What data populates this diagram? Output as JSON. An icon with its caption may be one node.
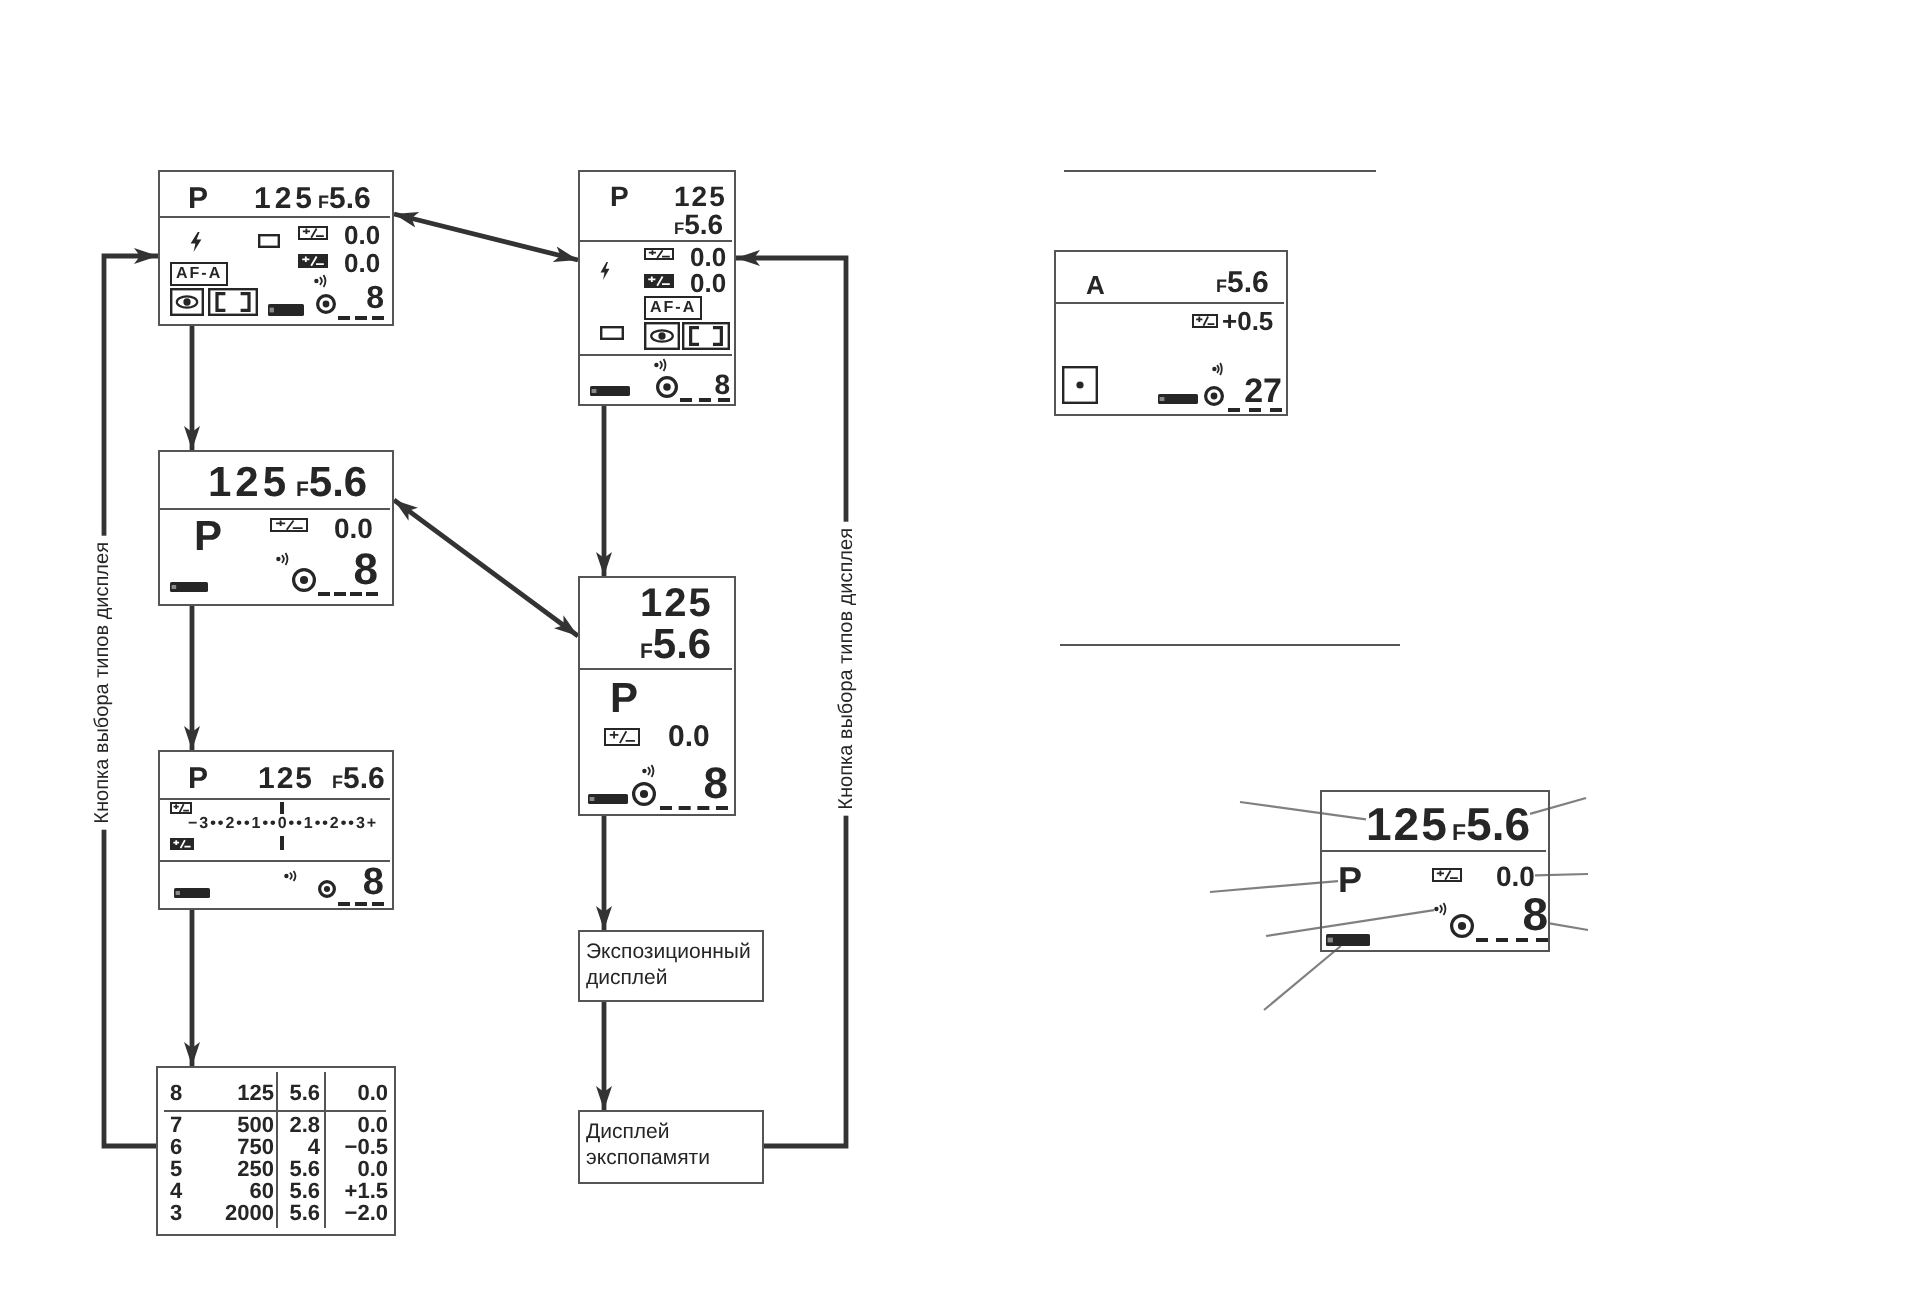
{
  "diagram": {
    "nodes": [
      {
        "text": [
          "P",
          "125",
          "F5.6",
          "0.0",
          "0.0",
          "AF-A",
          "8"
        ]
      },
      {
        "text": [
          "125",
          "F5.6",
          "P",
          "0.0",
          "8"
        ]
      },
      {
        "text": [
          "P",
          "125",
          "F5.6",
          "−3••2••1••0••1••2••3+",
          "8"
        ]
      },
      {
        "text": [
          "8",
          "125",
          "5.6",
          "0.0",
          "7",
          "500",
          "2.8",
          "0.0",
          "6",
          "750",
          "4",
          "−0.5",
          "5",
          "250",
          "5.6",
          "0.0",
          "4",
          "60",
          "5.6",
          "+1.5",
          "3",
          "2000",
          "5.6",
          "−2.0"
        ]
      },
      {
        "text": [
          "P",
          "125",
          "F5.6",
          "0.0",
          "0.0",
          "AF-A",
          "8"
        ]
      },
      {
        "text": [
          "125",
          "F5.6",
          "P",
          "0.0",
          "8"
        ]
      },
      {
        "text": [
          "Экспозиционный дисплей"
        ]
      },
      {
        "text": [
          "Дисплей экспопамяти"
        ]
      },
      {
        "text": [
          "A",
          "F5.6",
          "+0.5",
          "27"
        ]
      },
      {
        "text": [],
        "shape": "box"
      },
      {
        "text": [
          "125"
        ],
        "in": 9
      },
      {
        "text": [
          "F5.6"
        ],
        "in": 9
      },
      {
        "text": [
          "P"
        ],
        "in": 9
      },
      {
        "text": [
          "0.0"
        ],
        "in": 9
      },
      {
        "text": [],
        "shape": "picture",
        "in": 9
      },
      {
        "text": [
          "8"
        ],
        "in": 9
      },
      {
        "text": [],
        "shape": "picture",
        "in": 9
      }
    ],
    "edges": [
      {
        "from": 0,
        "to": 1,
        "arrow": "to"
      },
      {
        "from": 1,
        "to": 2,
        "arrow": "to"
      },
      {
        "from": 2,
        "to": 3,
        "arrow": "to"
      },
      {
        "from": 0,
        "to": 4,
        "arrow": "both"
      },
      {
        "from": 1,
        "to": 5,
        "arrow": "both"
      },
      {
        "from": 4,
        "to": 5,
        "arrow": "to"
      },
      {
        "from": 5,
        "to": 6,
        "arrow": "to"
      },
      {
        "from": 6,
        "to": 7,
        "arrow": "to"
      },
      {
        "from": 3,
        "to": 0,
        "arrow": "to",
        "label": "Кнопка выбора типов дисплея"
      },
      {
        "from": 7,
        "to": 4,
        "arrow": "to",
        "label": "Кнопка выбора типов дисплея"
      },
      {
        "from": null,
        "to": 10,
        "arrow": "none",
        "color": "#808080"
      },
      {
        "from": null,
        "to": 11,
        "arrow": "none",
        "color": "#808080"
      },
      {
        "from": null,
        "to": 12,
        "arrow": "none",
        "color": "#808080"
      },
      {
        "from": null,
        "to": 13,
        "arrow": "none",
        "color": "#808080"
      },
      {
        "from": null,
        "to": 14,
        "arrow": "none",
        "color": "#808080"
      },
      {
        "from": null,
        "to": 15,
        "arrow": "none",
        "color": "#808080"
      },
      {
        "from": null,
        "to": 16,
        "arrow": "none",
        "color": "#808080"
      }
    ]
  }
}
